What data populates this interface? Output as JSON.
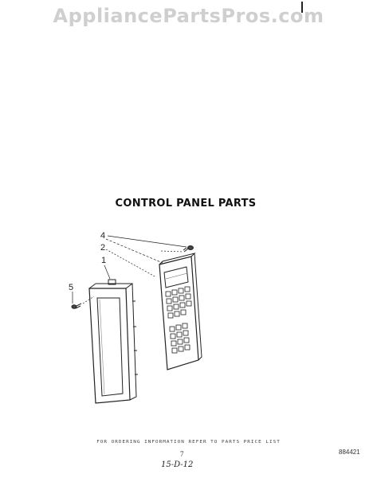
{
  "watermark": "AppliancePartsPros.com",
  "title": "CONTROL PANEL PARTS",
  "callouts": {
    "c1": "1",
    "c2": "2",
    "c4": "4",
    "c5": "5"
  },
  "footer": {
    "ordering_note": "FOR ORDERING INFORMATION REFER TO PARTS PRICE LIST",
    "page_number": "7",
    "diagram_number": "884421",
    "handwritten": "15-D-12"
  }
}
